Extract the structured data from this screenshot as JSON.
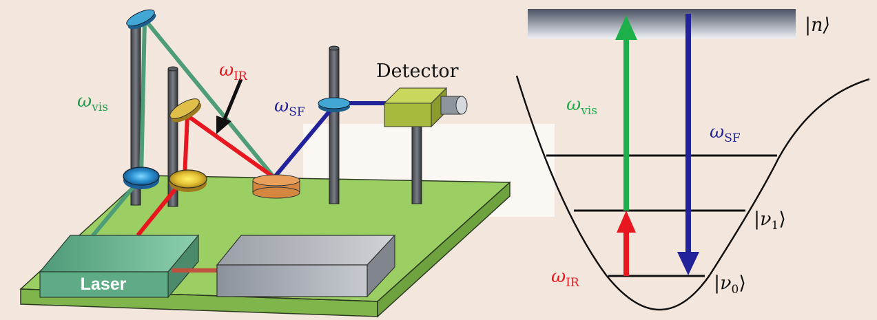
{
  "setup": {
    "laser_label": "Laser",
    "detector_label": "Detector",
    "omega_symbol": "ω",
    "vis_sub": "vis",
    "ir_sub": "IR",
    "sf_sub": "SF"
  },
  "energy": {
    "omega_symbol": "ω",
    "vis_sub": "vis",
    "sf_sub": "SF",
    "ir_sub": "IR",
    "state_n": "|n⟩",
    "state_v1": "|ν",
    "state_v1_sub": "1",
    "state_v1_close": "⟩",
    "state_v0": "|ν",
    "state_v0_sub": "0",
    "state_v0_close": "⟩"
  },
  "colors": {
    "background": "#f3e7dd",
    "board": "#9bcf64",
    "vis_beam": "#4e9c78",
    "vis_arrow": "#1db04a",
    "ir": "#e8161e",
    "sf": "#22239a",
    "laser_box": "#5fab86",
    "detector_box": "#a9b93e"
  }
}
